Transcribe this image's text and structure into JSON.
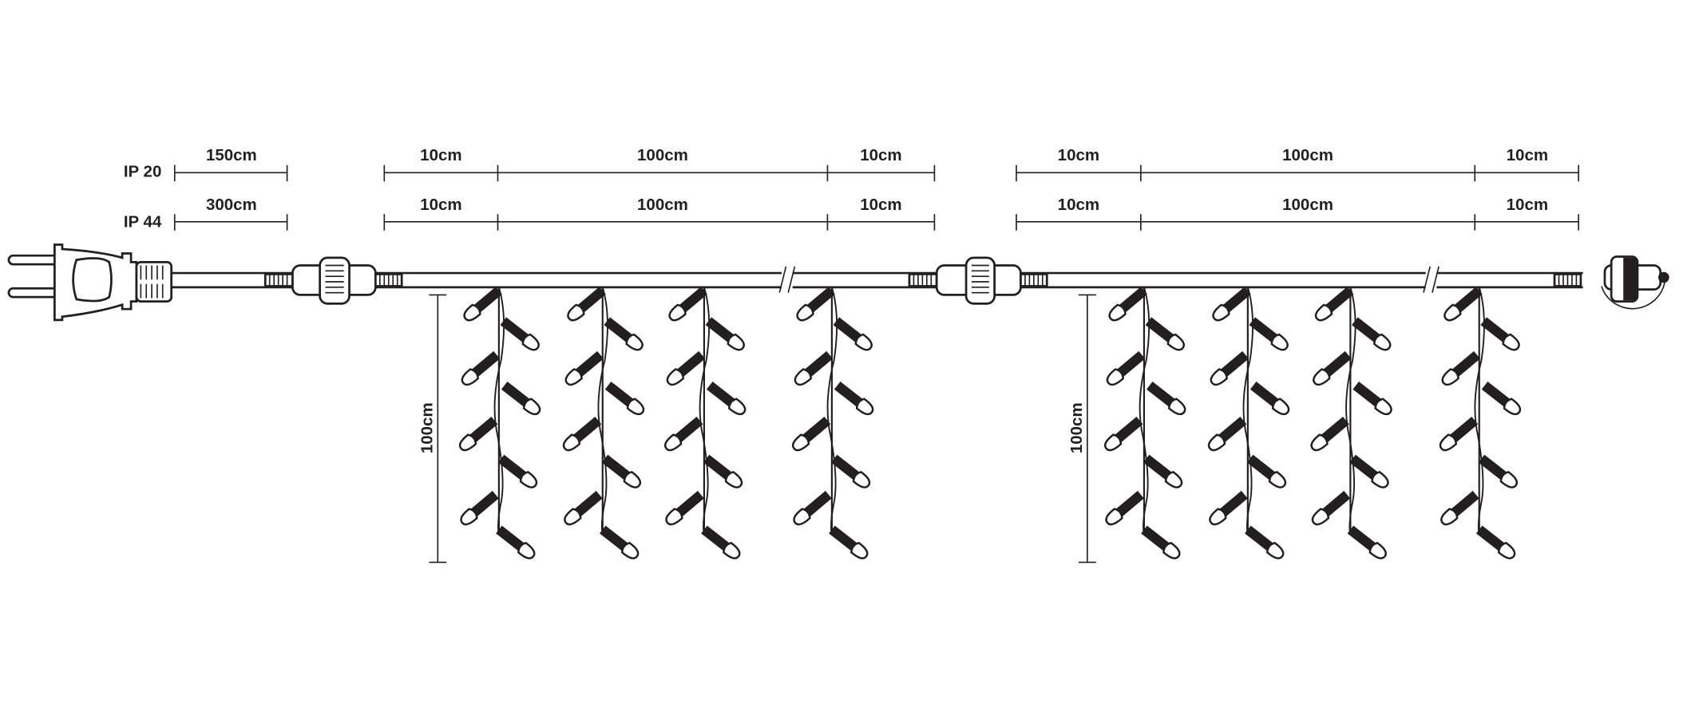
{
  "ratings": {
    "ip20": {
      "label": "IP 20",
      "lead_length": "150cm",
      "seg_left": "10cm",
      "seg_mid": "100cm",
      "seg_right": "10cm"
    },
    "ip44": {
      "label": "IP 44",
      "lead_length": "300cm",
      "seg_left": "10cm",
      "seg_mid": "100cm",
      "seg_right": "10cm"
    }
  },
  "drop_height": "100cm",
  "sections": 2,
  "drops_per_section": 4,
  "leds_per_drop": 8,
  "colors": {
    "line": "#231f20",
    "background": "#ffffff"
  }
}
